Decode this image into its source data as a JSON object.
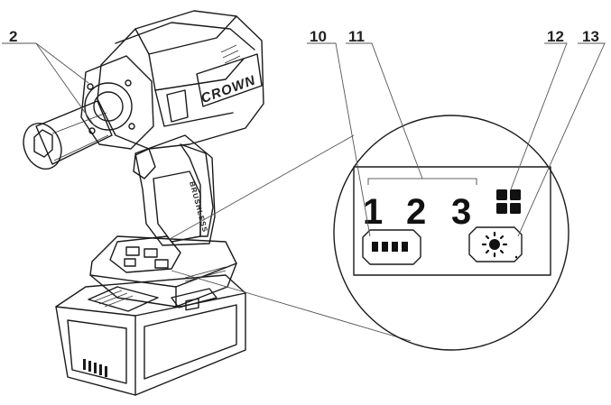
{
  "callouts": {
    "c2": "2",
    "c10": "10",
    "c11": "11",
    "c12": "12",
    "c13": "13"
  },
  "panel": {
    "speed1": "1",
    "speed2": "2",
    "speed3": "3"
  },
  "tool": {
    "brand": "CROWN",
    "motor_label": "BRUSHLESS"
  },
  "icons": {
    "mode": "four-squares-icon",
    "light": "light-sun-icon",
    "battery": "battery-dots-icon"
  },
  "colors": {
    "line": "#1a1a1a",
    "grip": "#5a5a5a",
    "battery": "#c9c9c9",
    "body": "#f2f2f2"
  }
}
